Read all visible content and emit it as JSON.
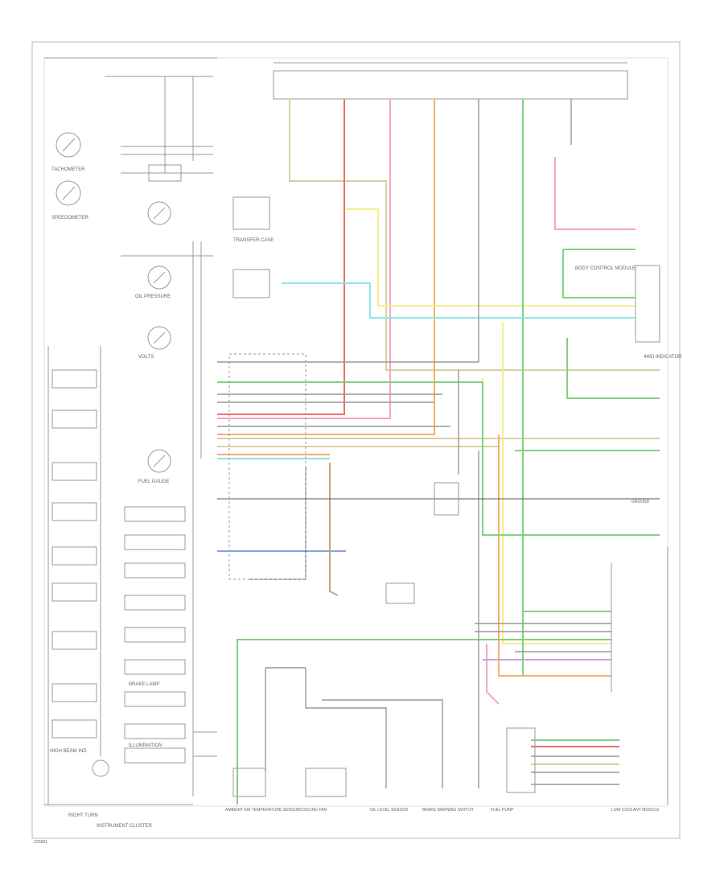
{
  "diagram": {
    "footer_code": "Z28681",
    "left_labels": {
      "tachometer": "TACHOMETER",
      "speedometer": "SPEEDOMETER",
      "instrument_cluster": "INSTRUMENT CLUSTER",
      "right_turn": "RIGHT TURN",
      "high_beam_ind": "HIGH BEAM IND",
      "illumination": "ILLUMINATION",
      "brake_lamp": "BRAKE LAMP",
      "oil_pressure": "OIL PRESSURE",
      "volts": "VOLTS",
      "fuel_gauge": "FUEL GAUGE"
    },
    "bottom_labels": {
      "ambient_air_temp_sensor": "AMBIENT AIR TEMPERATURE SENSOR",
      "cooling_fan": "COOLING FAN",
      "oil_level_sensor": "OIL LEVEL SENSOR",
      "low_coolant_module": "LOW COOLANT MODULE",
      "brake_warning_switch": "BRAKE WARNING SWITCH",
      "fuel_pump": "FUEL PUMP"
    },
    "right_labels": {
      "transfer_case": "TRANSFER CASE",
      "body_control_module": "BODY CONTROL MODULE",
      "4wd_indicator": "4WD INDICATOR",
      "ground": "GROUND"
    },
    "wire_colors": {
      "tan": "#d9cfa6",
      "yellow": "#f2ee8c",
      "red": "#ee6e6e",
      "pink": "#f3a6c8",
      "orange": "#f4b06c",
      "green": "#7fd37f",
      "cyan": "#8fe3ec",
      "blue": "#8aa0e6",
      "brown": "#c9a27a",
      "purple": "#c9a0e8",
      "gray": "#999999",
      "black": "#555555"
    }
  }
}
